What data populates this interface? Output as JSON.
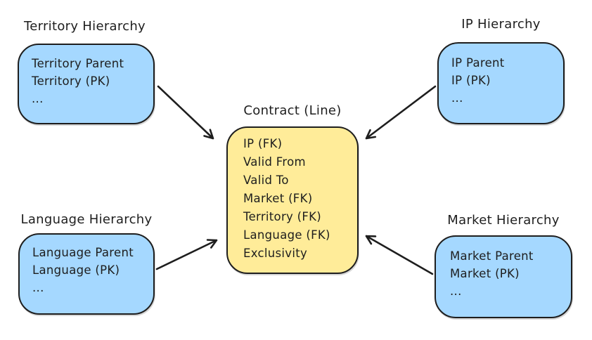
{
  "colors": {
    "dimension_fill": "#a5d8ff",
    "fact_fill": "#ffec99",
    "stroke": "#1e1e1e",
    "background": "#ffffff"
  },
  "entities": {
    "territory": {
      "title": "Territory Hierarchy",
      "fields": [
        "Territory Parent",
        "Territory (PK)",
        "..."
      ]
    },
    "ip": {
      "title": "IP Hierarchy",
      "fields": [
        "IP Parent",
        "IP (PK)",
        "..."
      ]
    },
    "contract": {
      "title": "Contract (Line)",
      "fields": [
        "IP (FK)",
        "Valid From",
        "Valid To",
        "Market (FK)",
        "Territory (FK)",
        "Language (FK)",
        "Exclusivity"
      ]
    },
    "language": {
      "title": "Language Hierarchy",
      "fields": [
        "Language Parent",
        "Language (PK)",
        "..."
      ]
    },
    "market": {
      "title": "Market Hierarchy",
      "fields": [
        "Market Parent",
        "Market (PK)",
        "..."
      ]
    }
  },
  "connections": [
    {
      "from": "territory",
      "to": "contract",
      "arrowhead_at": "contract"
    },
    {
      "from": "ip",
      "to": "contract",
      "arrowhead_at": "contract"
    },
    {
      "from": "language",
      "to": "contract",
      "arrowhead_at": "contract"
    },
    {
      "from": "market",
      "to": "contract",
      "arrowhead_at": "contract"
    }
  ]
}
